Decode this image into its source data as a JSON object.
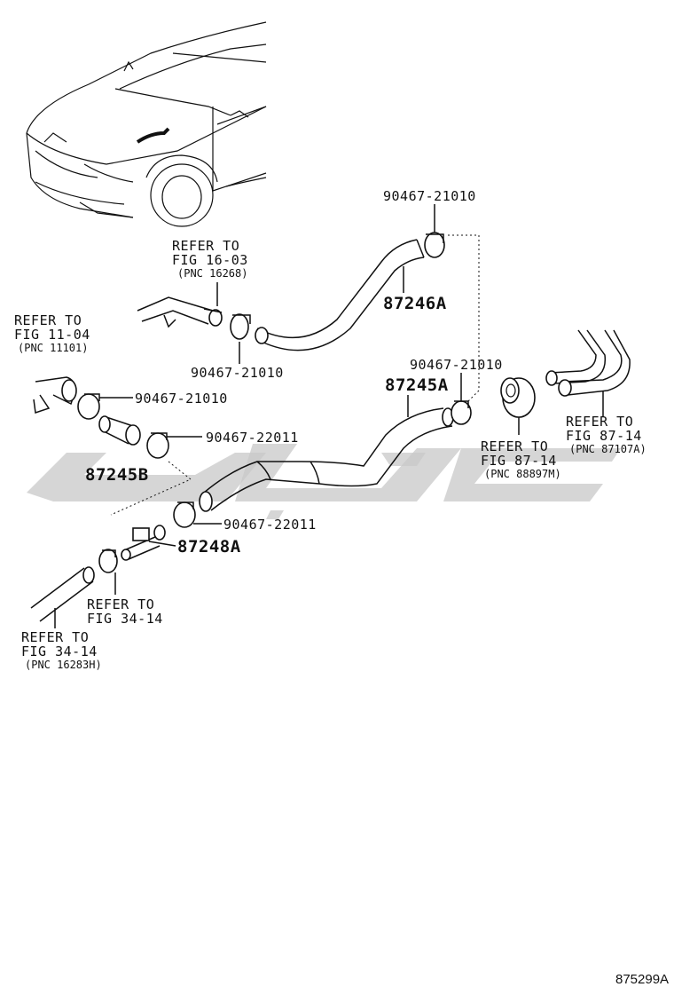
{
  "labels": {
    "clamp_top": "90467-21010",
    "hose_87246A": "87246A",
    "refer_16_line1": "REFER TO",
    "refer_16_line2": "FIG 16-03",
    "refer_16_line3": "(PNC 16268)",
    "clamp_mid": "90467-21010",
    "refer_11_line1": "REFER TO",
    "refer_11_line2": "FIG 11-04",
    "refer_11_line3": "(PNC 11101)",
    "clamp_left": "90467-21010",
    "clamp_left_small": "90467-22011",
    "hose_87245B": "87245B",
    "clamp_right_top": "90467-21010",
    "hose_87245A": "87245A",
    "refer_87_right_line1": "REFER TO",
    "refer_87_right_line2": "FIG 87-14",
    "refer_87_right_line3": "(PNC 87107A)",
    "refer_87_mid_line1": "REFER TO",
    "refer_87_mid_line2": "FIG 87-14",
    "refer_87_mid_line3": "(PNC 88897M)",
    "clamp_bottom": "90467-22011",
    "joint_87248A": "87248A",
    "refer_34_a_line1": "REFER TO",
    "refer_34_a_line2": "FIG 34-14",
    "refer_34_b_line1": "REFER TO",
    "refer_34_b_line2": "FIG 34-14",
    "refer_34_b_line3": "(PNC 16283H)",
    "diagram_id": "875299A"
  },
  "watermark_color": "#c8c8c8",
  "icons": [
    "car-illustration",
    "hose",
    "clamp",
    "grommet",
    "joint"
  ]
}
